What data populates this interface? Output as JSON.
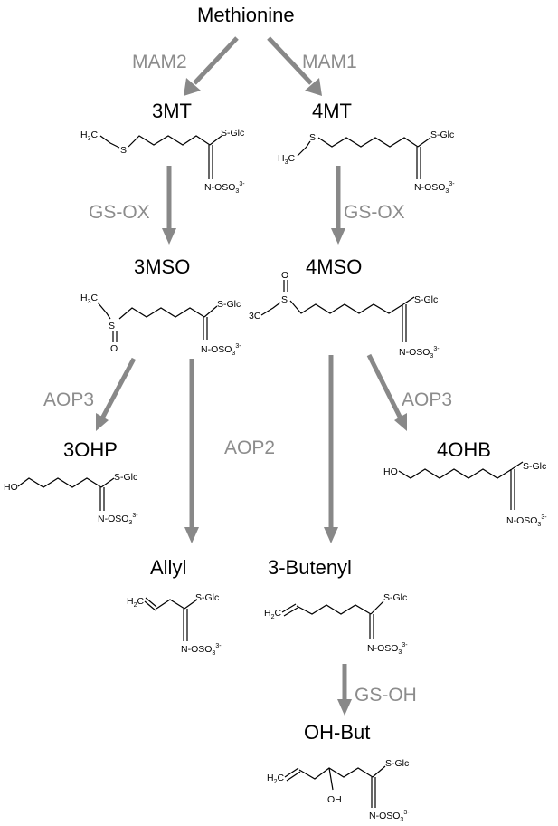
{
  "compounds": {
    "methionine": "Methionine",
    "mt3": "3MT",
    "mt4": "4MT",
    "mso3": "3MSO",
    "mso4": "4MSO",
    "ohp3": "3OHP",
    "ohb4": "4OHB",
    "allyl": "Allyl",
    "butenyl": "3-Butenyl",
    "ohbut": "OH-But"
  },
  "enzymes": {
    "mam2": "MAM2",
    "mam1": "MAM1",
    "gsox_left": "GS-OX",
    "gsox_right": "GS-OX",
    "aop3_left": "AOP3",
    "aop2": "AOP2",
    "aop3_right": "AOP3",
    "gsoh": "GS-OH"
  },
  "atoms": {
    "h3c": "H",
    "h3c_sub": "3",
    "c": "C",
    "s": "S",
    "s_glc": "S-Glc",
    "n_oso3": "N-OSO",
    "oso3_sub": "3",
    "charge": "3-",
    "o": "O",
    "ho": "HO",
    "h2c": "H",
    "h2c_sub": "2",
    "oh": "OH"
  },
  "colors": {
    "arrow": "#888888",
    "enzyme_text": "#8c8c8c",
    "compound_text": "#000000"
  }
}
